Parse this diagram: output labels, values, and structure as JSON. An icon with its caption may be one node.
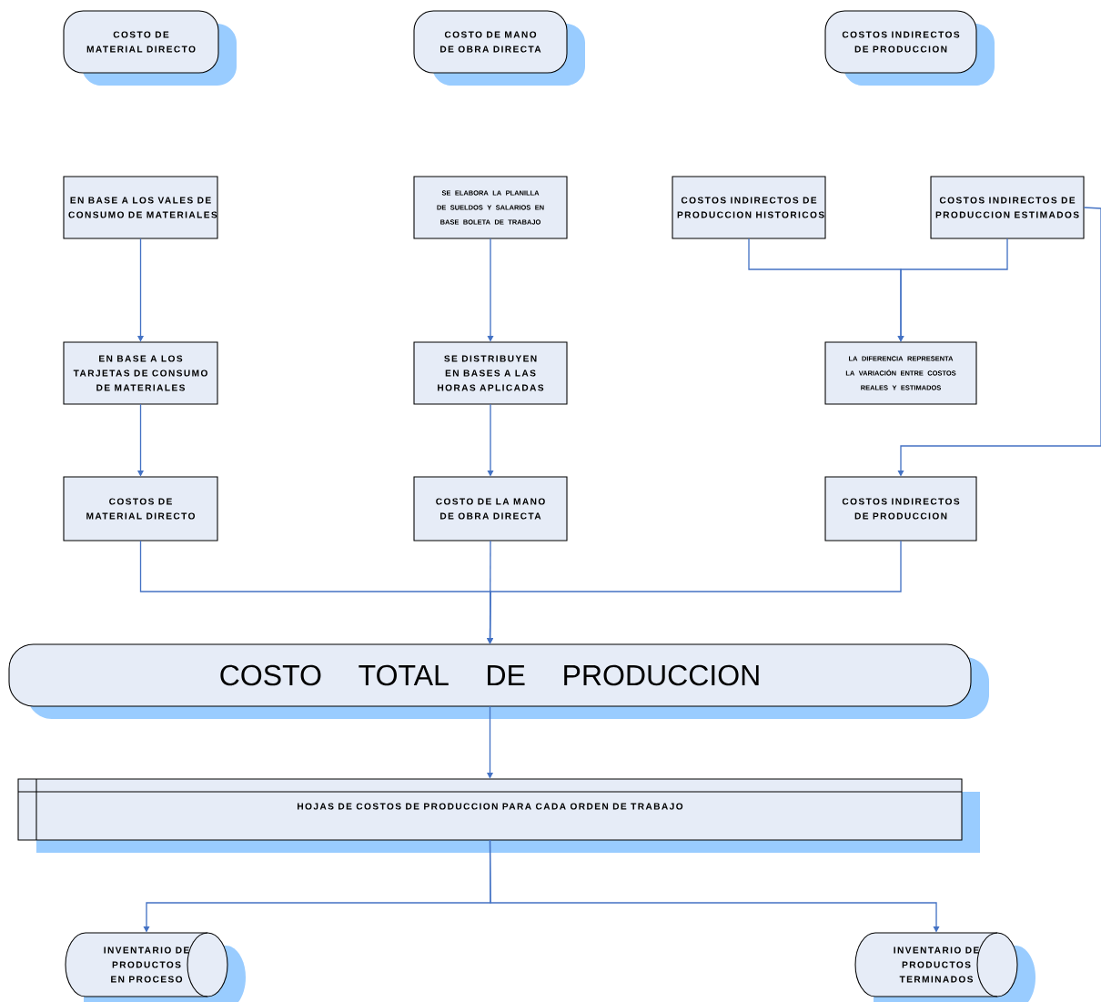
{
  "diagram": {
    "nodes": [
      {
        "text": [
          "COSTO DE MATERIAL DIRECTO"
        ]
      },
      {
        "text": [
          "COSTO DE MANO DE OBRA DIRECTA"
        ]
      },
      {
        "text": [
          "COSTOS INDIRECTOS DE PRODUCCION"
        ]
      },
      {
        "text": [
          "EN BASE A LOS VALES DE CONSUMO DE MATERIALES"
        ]
      },
      {
        "text": [
          "SE ELABORA LA PLANILLA DE SUELDOS Y SALARIOS EN BASE BOLETA DE TRABAJO"
        ]
      },
      {
        "text": [
          "COSTOS INDIRECTOS DE PRODUCCION HISTORICOS"
        ]
      },
      {
        "text": [
          "COSTOS INDIRECTOS DE PRODUCCION ESTIMADOS"
        ]
      },
      {
        "text": [
          "EN BASE A LOS TARJETAS DE CONSUMO DE MATERIALES"
        ]
      },
      {
        "text": [
          "SE DISTRIBUYEN EN BASES A LAS HORAS APLICADAS"
        ]
      },
      {
        "text": [
          "LA DIFERENCIA REPRESENTA LA VARIACIÓN ENTRE COSTOS REALES Y ESTIMADOS"
        ]
      },
      {
        "text": [
          "COSTOS DE MATERIAL DIRECTO"
        ]
      },
      {
        "text": [
          "COSTO DE LA MANO DE OBRA DIRECTA"
        ]
      },
      {
        "text": [
          "COSTOS INDIRECTOS DE PRODUCCION"
        ]
      },
      {
        "text": [
          "COSTO TOTAL DE PRODUCCION"
        ]
      },
      {
        "text": [
          "HOJAS DE COSTOS DE PRODUCCION PARA CADA ORDEN DE TRABAJO"
        ]
      },
      {
        "text": [
          "INVENTARIO DE PRODUCTOS EN PROCESO"
        ]
      },
      {
        "text": [
          "INVENTARIO DE PRODUCTOS TERMINADOS"
        ]
      }
    ],
    "edges": [
      {
        "from": 3,
        "to": 7,
        "arrow": "to"
      },
      {
        "from": 7,
        "to": 10,
        "arrow": "to"
      },
      {
        "from": 4,
        "to": 8,
        "arrow": "to"
      },
      {
        "from": 8,
        "to": 11,
        "arrow": "to"
      },
      {
        "from": 5,
        "to": 9,
        "arrow": "to"
      },
      {
        "from": 6,
        "to": 9,
        "arrow": "to"
      },
      {
        "from": 6,
        "to": 12,
        "arrow": "to"
      },
      {
        "from": 10,
        "to": 13,
        "arrow": "to"
      },
      {
        "from": 11,
        "to": 13,
        "arrow": "to"
      },
      {
        "from": 12,
        "to": 13,
        "arrow": "to"
      },
      {
        "from": 13,
        "to": 14,
        "arrow": "to"
      },
      {
        "from": 14,
        "to": 15,
        "arrow": "to"
      },
      {
        "from": 14,
        "to": 16,
        "arrow": "to"
      }
    ]
  }
}
